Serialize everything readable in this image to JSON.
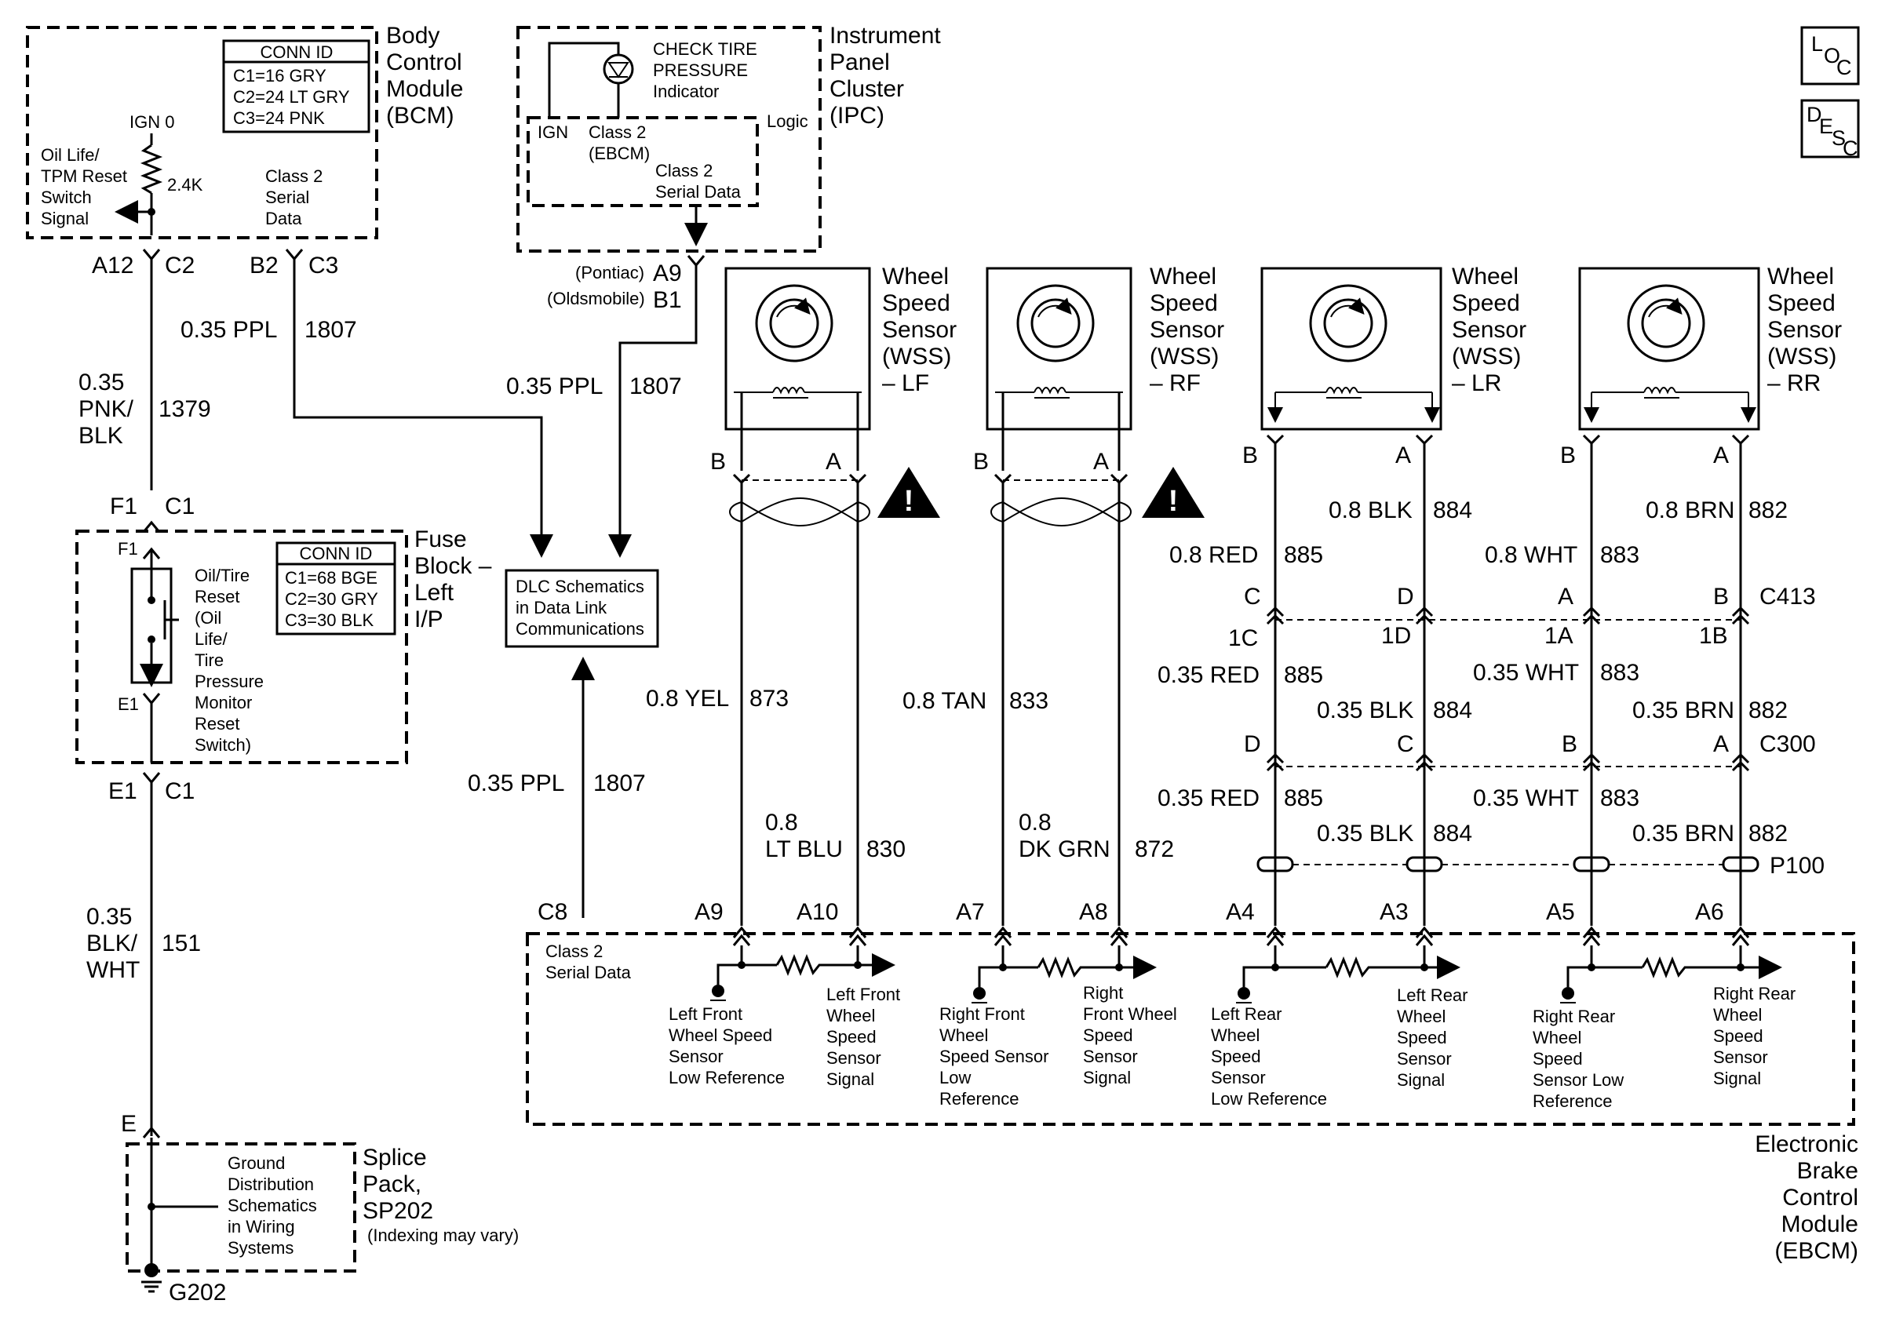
{
  "bcm": {
    "title": [
      "Body",
      "Control",
      "Module",
      "(BCM)"
    ],
    "conn_header": "CONN ID",
    "conn": [
      "C1=16 GRY",
      "C2=24 LT GRY",
      "C3=24 PNK"
    ],
    "ign": "IGN 0",
    "resistor": "2.4K",
    "switch_signal": [
      "Oil Life/",
      "TPM Reset",
      "Switch",
      "Signal"
    ],
    "serial": [
      "Class 2",
      "Serial",
      "Data"
    ],
    "pin_a12": "A12",
    "pin_c2": "C2",
    "pin_b2": "B2",
    "pin_c3": "C3"
  },
  "ipc": {
    "title": [
      "Instrument",
      "Panel",
      "Cluster",
      "(IPC)"
    ],
    "indicator": [
      "CHECK TIRE",
      "PRESSURE",
      "Indicator"
    ],
    "ign": "IGN",
    "class2": [
      "Class 2",
      "(EBCM)"
    ],
    "logic": "Logic",
    "serial": [
      "Class 2",
      "Serial Data"
    ],
    "pontiac": "(Pontiac)",
    "pin_a9": "A9",
    "olds": "(Oldsmobile)",
    "pin_b1": "B1"
  },
  "wires": {
    "bcm_ppl_gauge": "0.35 PPL",
    "bcm_ppl_num": "1807",
    "ipc_ppl_gauge": "0.35 PPL",
    "ipc_ppl_num": "1807",
    "pnk": [
      "0.35",
      "PNK/",
      "BLK"
    ],
    "pnk_num": "1379",
    "blk": [
      "0.35",
      "BLK/",
      "WHT"
    ],
    "blk_num": "151",
    "dlc_ppl_gauge": "0.35 PPL",
    "dlc_ppl_num": "1807",
    "yel_gauge": "0.8 YEL",
    "yel_num": "873",
    "tan_gauge": "0.8 TAN",
    "tan_num": "833",
    "ltblu": [
      "0.8",
      "LT BLU"
    ],
    "ltblu_num": "830",
    "dkgrn": [
      "0.8",
      "DK GRN"
    ],
    "dkgrn_num": "872"
  },
  "fuse": {
    "title": [
      "Fuse",
      "Block –",
      "Left",
      "I/P"
    ],
    "conn_header": "CONN ID",
    "conn": [
      "C1=68 BGE",
      "C2=30 GRY",
      "C3=30 BLK"
    ],
    "f1": "F1",
    "e1": "E1",
    "switch": [
      "Oil/Tire",
      "Reset",
      "(Oil",
      "Life/",
      "Tire",
      "Pressure",
      "Monitor",
      "Reset",
      "Switch)"
    ],
    "pin_f1": "F1",
    "pin_c1_top": "C1",
    "pin_e1": "E1",
    "pin_c1_bot": "C1"
  },
  "dlc": {
    "text": [
      "DLC Schematics",
      "in Data Link",
      "Communications"
    ]
  },
  "sensors": [
    {
      "title": [
        "Wheel",
        "Speed",
        "Sensor",
        "(WSS)",
        "– LF"
      ],
      "b": "B",
      "a": "A"
    },
    {
      "title": [
        "Wheel",
        "Speed",
        "Sensor",
        "(WSS)",
        "– RF"
      ],
      "b": "B",
      "a": "A"
    },
    {
      "title": [
        "Wheel",
        "Speed",
        "Sensor",
        "(WSS)",
        "– LR"
      ],
      "b": "B",
      "a": "A"
    },
    {
      "title": [
        "Wheel",
        "Speed",
        "Sensor",
        "(WSS)",
        "– RR"
      ],
      "b": "B",
      "a": "A"
    }
  ],
  "rear": {
    "r1": [
      "0.8 BLK",
      "884"
    ],
    "r2": [
      "0.8 BRN",
      "882"
    ],
    "r3": [
      "0.8 RED",
      "885"
    ],
    "r4": [
      "0.8 WHT",
      "883"
    ],
    "c413": [
      "C",
      "D",
      "A",
      "B",
      "C413"
    ],
    "c413b": [
      "1C",
      "1D",
      "1A",
      "1B"
    ],
    "r5": [
      "0.35 RED",
      "885"
    ],
    "r6": [
      "0.35 WHT",
      "883"
    ],
    "r7": [
      "0.35 BLK",
      "884"
    ],
    "r8": [
      "0.35 BRN",
      "882"
    ],
    "c300": [
      "D",
      "C",
      "B",
      "A",
      "C300"
    ],
    "r9": [
      "0.35 RED",
      "885"
    ],
    "r10": [
      "0.35 WHT",
      "883"
    ],
    "r11": [
      "0.35 BLK",
      "884"
    ],
    "r12": [
      "0.35 BRN",
      "882"
    ],
    "p100": "P100"
  },
  "ebcm": {
    "pins": [
      "C8",
      "A9",
      "A10",
      "A7",
      "A8",
      "A4",
      "A3",
      "A5",
      "A6"
    ],
    "serial": [
      "Class 2",
      "Serial Data"
    ],
    "lf_low": [
      "Left Front",
      "Wheel Speed",
      "Sensor",
      "Low Reference"
    ],
    "lf_sig": [
      "Left Front",
      "Wheel",
      "Speed",
      "Sensor",
      "Signal"
    ],
    "rf_low": [
      "Right Front",
      "Wheel",
      "Speed Sensor",
      "Low",
      "Reference"
    ],
    "rf_sig": [
      "Right",
      "Front Wheel",
      "Speed",
      "Sensor",
      "Signal"
    ],
    "lr_low": [
      "Left Rear",
      "Wheel",
      "Speed",
      "Sensor",
      "Low Reference"
    ],
    "lr_sig": [
      "Left Rear",
      "Wheel",
      "Speed",
      "Sensor",
      "Signal"
    ],
    "rr_low": [
      "Right Rear",
      "Wheel",
      "Speed",
      "Sensor Low",
      "Reference"
    ],
    "rr_sig": [
      "Right Rear",
      "Wheel",
      "Speed",
      "Sensor",
      "Signal"
    ],
    "title": [
      "Electronic",
      "Brake",
      "Control",
      "Module",
      "(EBCM)"
    ]
  },
  "splice": {
    "pin_e": "E",
    "title": [
      "Splice",
      "Pack,",
      "SP202"
    ],
    "note": "(Indexing may vary)",
    "text": [
      "Ground",
      "Distribution",
      "Schematics",
      "in Wiring",
      "Systems"
    ],
    "ground": "G202"
  },
  "icons": {
    "loc": [
      "L",
      "O",
      "C"
    ],
    "desc": [
      "D",
      "E",
      "S",
      "C"
    ]
  }
}
